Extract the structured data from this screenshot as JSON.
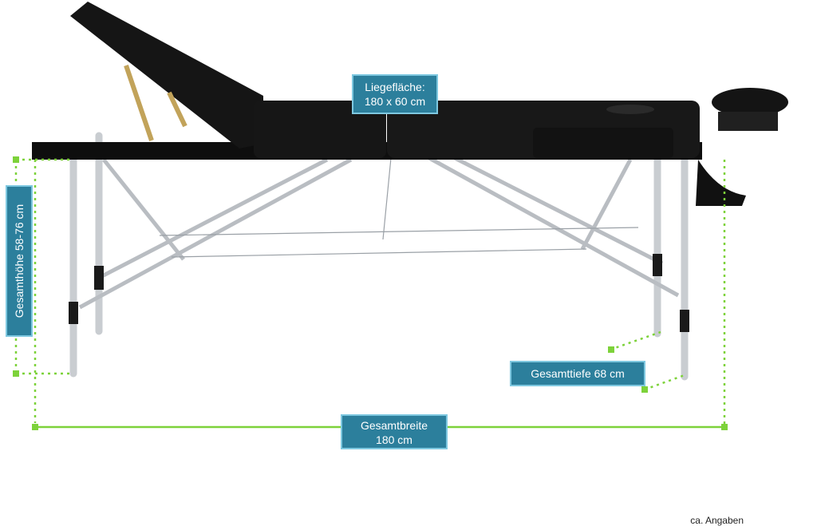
{
  "labels": {
    "liegeflaeche_line1": "Liegefläche:",
    "liegeflaeche_line2": "180 x 60 cm",
    "gesamttiefe": "Gesamttiefe 68 cm",
    "gesamtbreite_line1": "Gesamtbreite",
    "gesamtbreite_line2": "180 cm",
    "gesamthoehe": "Gesamthöhe 58-76 cm"
  },
  "note": "ca. Angaben",
  "colors": {
    "table": "#111111",
    "frame": "#c8ccd0",
    "dimension_line": "#7dd23a",
    "label_bg": "#2c7f9c"
  }
}
